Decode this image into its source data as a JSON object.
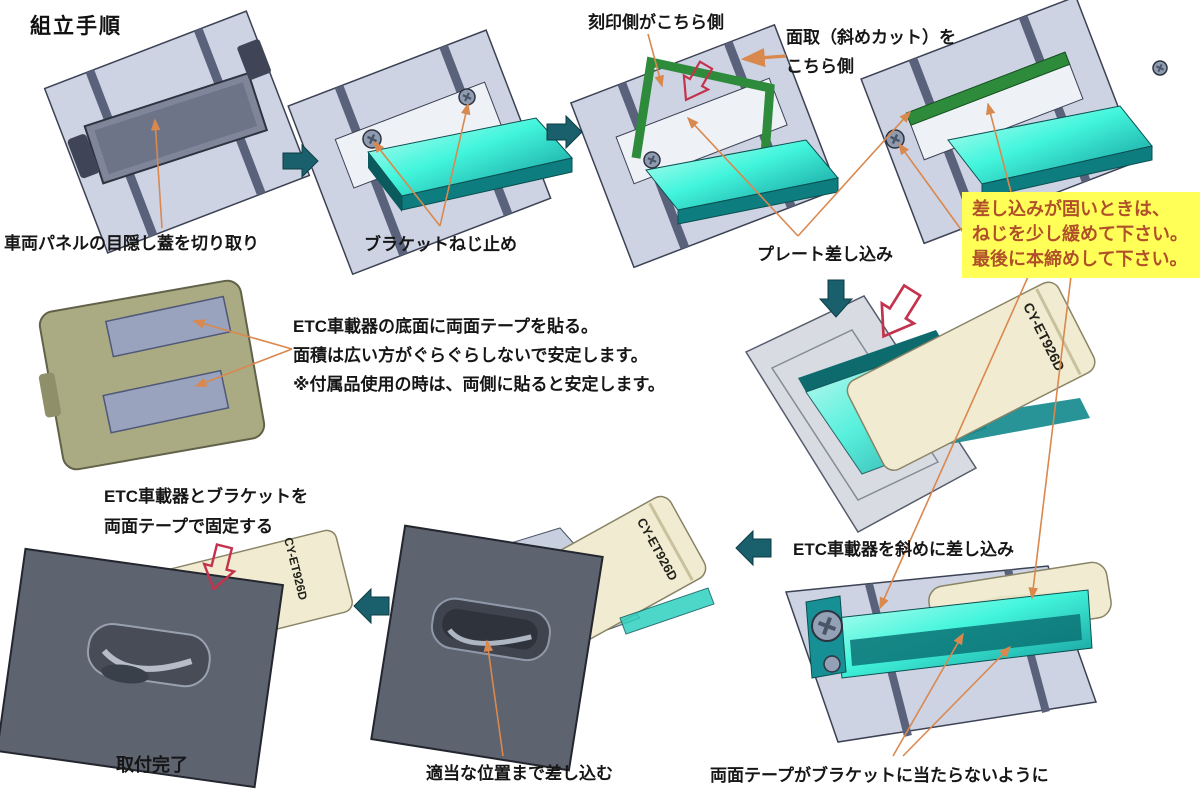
{
  "title": "組立手順",
  "device": {
    "model": "CY-ET926D"
  },
  "annotations": {
    "step1_caption": "車両パネルの目隠し蓋を切り取り",
    "step2_caption": "ブラケットねじ止め",
    "engraved_side": "刻印側がこちら側",
    "chamfer_line1": "面取（斜めカット）を",
    "chamfer_line2": "こちら側",
    "plate_insert_caption": "プレート差し込み",
    "caution_line1": "差し込みが固いときは、",
    "caution_line2": "ねじを少し緩めて下さい。",
    "caution_line3": "最後に本締めして下さい。",
    "tape_note_line1": "ETC車載器の底面に両面テープを貼る。",
    "tape_note_line2": "面積は広い方がぐらぐらしないで安定します。",
    "tape_note_line3": "※付属品使用の時は、両側に貼ると安定します。",
    "fix_note_line1": "ETC車載器とブラケットを",
    "fix_note_line2": "両面テープで固定する",
    "insert_diagonal_caption": "ETC車載器を斜めに差し込み",
    "complete_caption": "取付完了",
    "insert_position_caption": "適当な位置まで差し込む",
    "tape_clearance_caption": "両面テープがブラケットに当たらないように"
  },
  "colors": {
    "background": "#ffffff",
    "caution_bg": "#ffff57",
    "caution_text": "#b0502a",
    "flow_arrow": "#19606c",
    "annotation_line": "#d9884e",
    "insert_arrow_red": "#c4334d",
    "panel_fill": "#cdd3e3",
    "bracket_teal": "#0e7d80",
    "bracket_glow": "#42f5dc",
    "plate_green": "#2f8b3c",
    "device_body": "#f1ebd2",
    "tape_strip": "#99a3bd"
  }
}
